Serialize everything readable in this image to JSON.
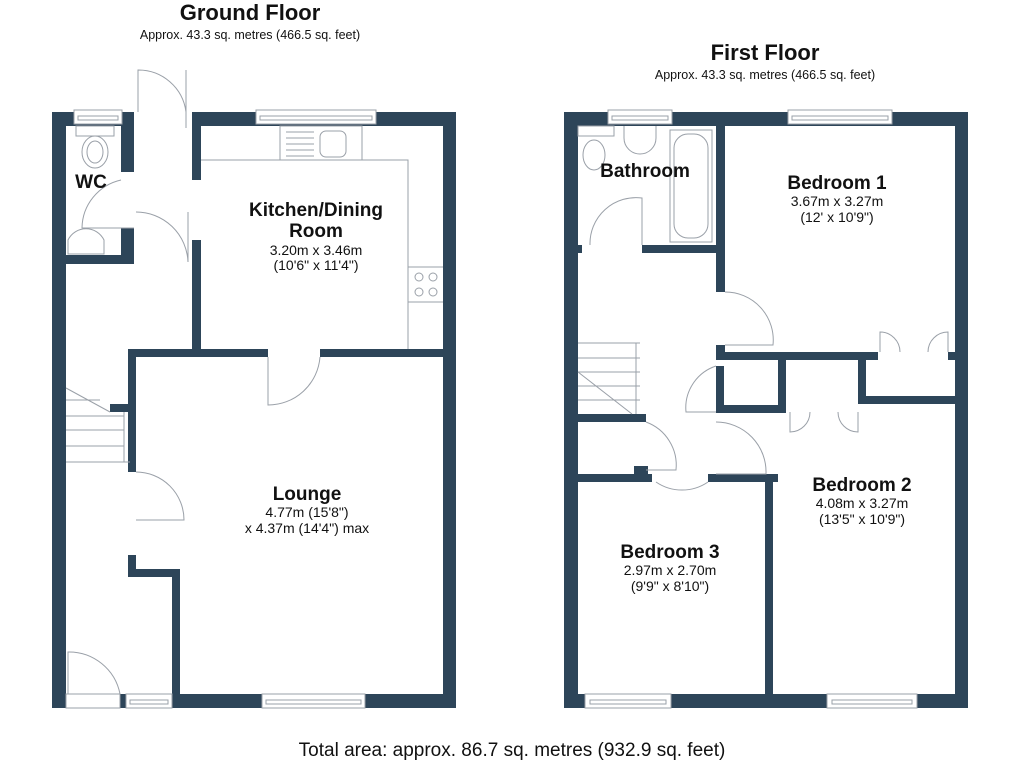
{
  "ground_floor": {
    "title": "Ground Floor",
    "area": "Approx. 43.3 sq. metres (466.5 sq. feet)",
    "rooms": {
      "wc": {
        "name": "WC"
      },
      "kitchen": {
        "name_line1": "Kitchen/Dining",
        "name_line2": "Room",
        "dim_metric": "3.20m x 3.46m",
        "dim_imperial": "(10'6\" x 11'4\")"
      },
      "lounge": {
        "name": "Lounge",
        "dim_line1": "4.77m (15'8\")",
        "dim_line2": "x 4.37m (14'4\") max"
      }
    }
  },
  "first_floor": {
    "title": "First Floor",
    "area": "Approx. 43.3 sq. metres (466.5 sq. feet)",
    "rooms": {
      "bathroom": {
        "name": "Bathroom"
      },
      "bedroom1": {
        "name": "Bedroom 1",
        "dim_metric": "3.67m x 3.27m",
        "dim_imperial": "(12' x 10'9\")"
      },
      "bedroom2": {
        "name": "Bedroom 2",
        "dim_metric": "4.08m x 3.27m",
        "dim_imperial": "(13'5\" x 10'9\")"
      },
      "bedroom3": {
        "name": "Bedroom 3",
        "dim_metric": "2.97m x 2.70m",
        "dim_imperial": "(9'9\" x 8'10\")"
      }
    }
  },
  "total_area": "Total area: approx. 86.7 sq. metres (932.9 sq. feet)",
  "colors": {
    "wall": "#2d4559",
    "fixture_line": "#9aa0a8",
    "background": "#ffffff"
  }
}
